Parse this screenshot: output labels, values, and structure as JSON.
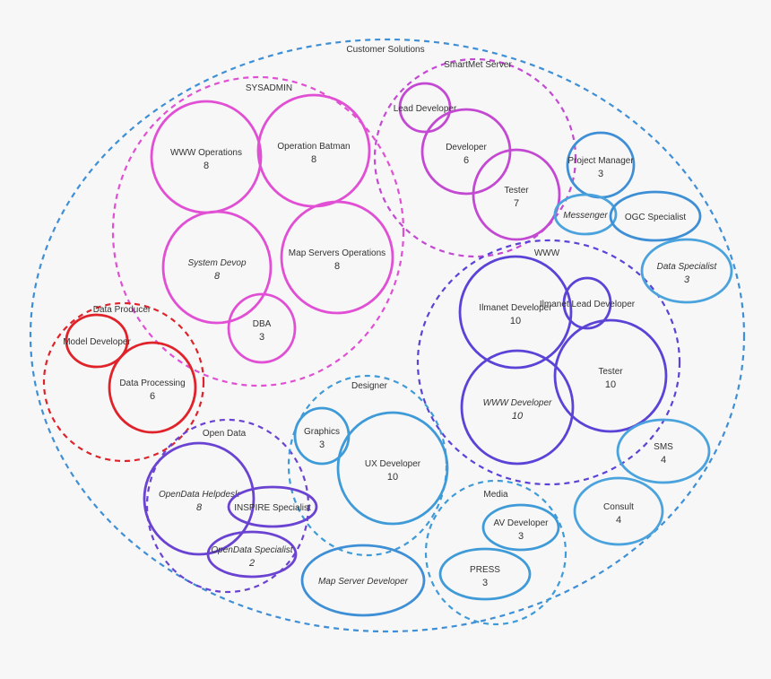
{
  "colors": {
    "customer": "#3f8fd6",
    "sysadmin": "#e04fd4",
    "smartmet": "#c449d2",
    "www": "#5a43d6",
    "producer": "#e0232b",
    "opendata": "#6a43d2",
    "designer": "#3f9ad8",
    "media": "#3f9ad8",
    "light": "#4aa3dc"
  },
  "groups": [
    {
      "id": "customer",
      "label": "Customer Solutions"
    },
    {
      "id": "sysadmin",
      "label": "SYSADMIN"
    },
    {
      "id": "smartmet",
      "label": "SmartMet Server"
    },
    {
      "id": "www",
      "label": "WWW"
    },
    {
      "id": "producer",
      "label": "Data Producer"
    },
    {
      "id": "opendata",
      "label": "Open Data"
    },
    {
      "id": "designer",
      "label": "Designer"
    },
    {
      "id": "media",
      "label": "Media"
    }
  ],
  "nodes": [
    {
      "id": "www-operations",
      "label": "WWW Operations",
      "count": "8",
      "group": "sysadmin"
    },
    {
      "id": "operation-batman",
      "label": "Operation Batman",
      "count": "8",
      "group": "sysadmin"
    },
    {
      "id": "system-devop",
      "label": "System Devop",
      "count": "8",
      "group": "sysadmin"
    },
    {
      "id": "map-servers-operations",
      "label": "Map Servers Operations",
      "count": "8",
      "group": "sysadmin"
    },
    {
      "id": "dba",
      "label": "DBA",
      "count": "3",
      "group": "sysadmin"
    },
    {
      "id": "smartmet-lead-developer",
      "label": "Lead Developer",
      "count": "",
      "group": "smartmet"
    },
    {
      "id": "smartmet-developer",
      "label": "Developer",
      "count": "6",
      "group": "smartmet"
    },
    {
      "id": "smartmet-tester",
      "label": "Tester",
      "count": "7",
      "group": "smartmet"
    },
    {
      "id": "project-manager",
      "label": "Project Manager",
      "count": "3",
      "group": "customer"
    },
    {
      "id": "messenger",
      "label": "Messenger",
      "count": "",
      "group": "customer"
    },
    {
      "id": "ogc-specialist",
      "label": "OGC Specialist",
      "count": "",
      "group": "customer"
    },
    {
      "id": "data-specialist",
      "label": "Data Specialist",
      "count": "3",
      "group": "customer"
    },
    {
      "id": "ilmanet-developer",
      "label": "Ilmanet Developer",
      "count": "10",
      "group": "www"
    },
    {
      "id": "ilmanet-lead-developer",
      "label": "Ilmanet Lead Developer",
      "count": "",
      "group": "www"
    },
    {
      "id": "www-tester",
      "label": "Tester",
      "count": "10",
      "group": "www"
    },
    {
      "id": "www-developer",
      "label": "WWW Developer",
      "count": "10",
      "group": "www"
    },
    {
      "id": "model-developer",
      "label": "Model Developer",
      "count": "",
      "group": "producer"
    },
    {
      "id": "data-processing",
      "label": "Data Processing",
      "count": "6",
      "group": "producer"
    },
    {
      "id": "graphics",
      "label": "Graphics",
      "count": "3",
      "group": "designer"
    },
    {
      "id": "ux-developer",
      "label": "UX Developer",
      "count": "10",
      "group": "designer"
    },
    {
      "id": "opendata-helpdesk",
      "label": "OpenData Helpdesk",
      "count": "8",
      "group": "opendata"
    },
    {
      "id": "inspire-specialist",
      "label": "INSPIRE Specialist",
      "count": "",
      "group": "opendata"
    },
    {
      "id": "opendata-specialist",
      "label": "OpenData Specialist",
      "count": "2",
      "group": "opendata"
    },
    {
      "id": "map-server-developer",
      "label": "Map Server Developer",
      "count": "",
      "group": "customer"
    },
    {
      "id": "sms",
      "label": "SMS",
      "count": "4",
      "group": "customer"
    },
    {
      "id": "consult",
      "label": "Consult",
      "count": "4",
      "group": "customer"
    },
    {
      "id": "av-developer",
      "label": "AV Developer",
      "count": "3",
      "group": "media"
    },
    {
      "id": "press",
      "label": "PRESS",
      "count": "3",
      "group": "media"
    }
  ]
}
